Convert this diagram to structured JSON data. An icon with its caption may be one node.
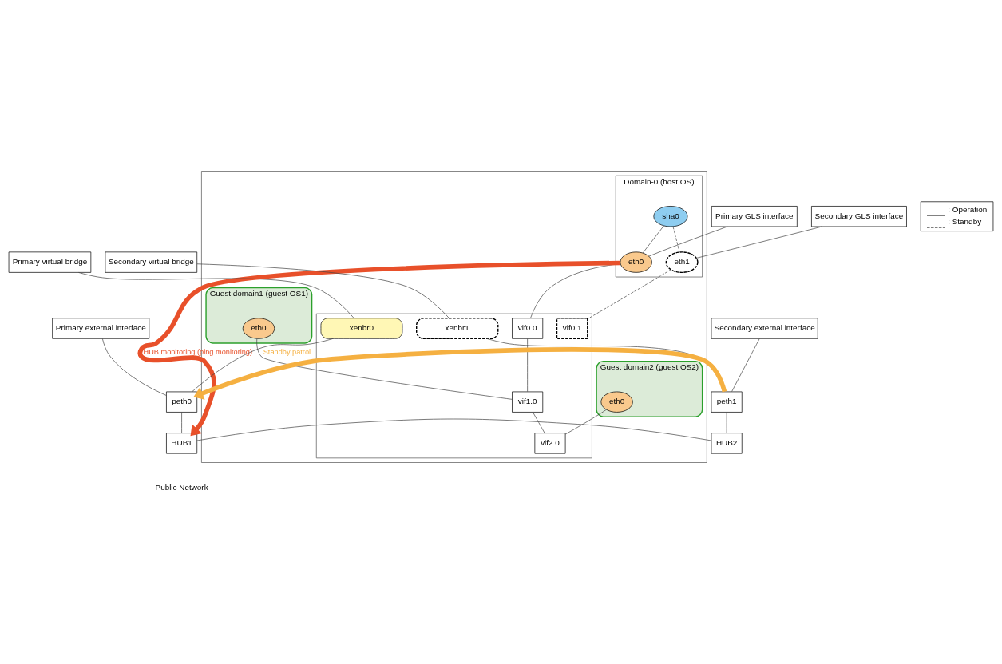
{
  "diagram": {
    "nodes": [
      {
        "text": [],
        "shape": "box"
      },
      {
        "text": [
          "Domain-0 (host OS)"
        ],
        "in": 0
      },
      {
        "text": [
          "Guest domain1 (guest OS1)"
        ],
        "in": 0
      },
      {
        "text": [
          "Guest domain2 (guest OS2)"
        ],
        "in": 0
      },
      {
        "text": [
          "sha0"
        ],
        "in": 1
      },
      {
        "text": [
          "eth0"
        ],
        "in": 1
      },
      {
        "text": [
          "eth1"
        ],
        "in": 1
      },
      {
        "text": [
          "eth0"
        ],
        "in": 2
      },
      {
        "text": [
          "eth0"
        ],
        "in": 3
      },
      {
        "text": [],
        "shape": "box",
        "in": 0
      },
      {
        "text": [
          "vif0.0"
        ],
        "in": 9
      },
      {
        "text": [
          "vif1.0"
        ],
        "in": 9
      },
      {
        "text": [
          "vif2.0"
        ],
        "in": 9
      },
      {
        "text": [
          "vif0.1"
        ],
        "in": 9
      },
      {
        "text": [
          "xenbr0"
        ],
        "in": 9
      },
      {
        "text": [
          "xenbr1"
        ],
        "in": 9
      },
      {
        "text": [
          "peth0"
        ]
      },
      {
        "text": [
          "peth1"
        ]
      },
      {
        "text": [
          "HUB1"
        ]
      },
      {
        "text": [
          "HUB2"
        ]
      },
      {
        "text": [
          "Primary GLS interface"
        ]
      },
      {
        "text": [
          "Secondary GLS interface"
        ]
      },
      {
        "text": [
          "Primary virtual bridge"
        ]
      },
      {
        "text": [
          "Secondary virtual bridge"
        ]
      },
      {
        "text": [
          "Primary external interface"
        ]
      },
      {
        "text": [
          "Secondary external interface"
        ]
      }
    ],
    "edges": [
      {
        "from": 4,
        "to": 5,
        "arrow": "none"
      },
      {
        "from": 4,
        "to": 6,
        "arrow": "none",
        "style": "dashed"
      },
      {
        "from": 5,
        "to": 10,
        "arrow": "none"
      },
      {
        "from": 7,
        "to": 11,
        "arrow": "none"
      },
      {
        "from": 8,
        "to": 12,
        "arrow": "none"
      },
      {
        "from": 6,
        "to": 13,
        "arrow": "none",
        "style": "dashed"
      },
      {
        "from": 10,
        "to": 11,
        "arrow": "none"
      },
      {
        "from": 11,
        "to": 12,
        "arrow": "none"
      },
      {
        "from": 14,
        "to": 16,
        "arrow": "none"
      },
      {
        "from": 15,
        "to": 17,
        "arrow": "none"
      },
      {
        "from": 16,
        "to": 18,
        "arrow": "none"
      },
      {
        "from": 17,
        "to": 19,
        "arrow": "none"
      },
      {
        "from": 18,
        "to": 19,
        "arrow": "none"
      },
      {
        "from": 5,
        "to": 18,
        "arrow": "to",
        "label": "HUB monitoring (ping monitoring)",
        "style": "thick",
        "color": "#e8502a"
      },
      {
        "from": 17,
        "to": 16,
        "arrow": "to",
        "label": "Standby patrol",
        "style": "thick",
        "color": "#f5b041"
      },
      {
        "from": 20,
        "to": 5,
        "arrow": "none"
      },
      {
        "from": 21,
        "to": 6,
        "arrow": "none"
      },
      {
        "from": 22,
        "to": 14,
        "arrow": "none"
      },
      {
        "from": 23,
        "to": 15,
        "arrow": "none"
      },
      {
        "from": 24,
        "to": 16,
        "arrow": "none"
      },
      {
        "from": 25,
        "to": 17,
        "arrow": "none"
      }
    ],
    "labels": [
      "Public Network"
    ],
    "legend": [
      {
        "text": ": Operation"
      },
      {
        "text": ": Standby"
      }
    ]
  }
}
